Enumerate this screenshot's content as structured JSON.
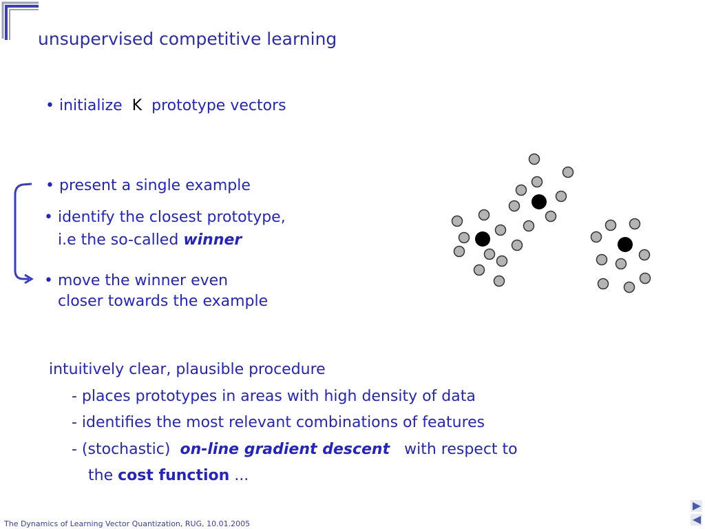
{
  "title": "unsupervised competitive learning",
  "steps": {
    "init": {
      "bullet": "•",
      "pre": "initialize",
      "k": "K",
      "post": "prototype vectors"
    },
    "present": {
      "bullet": "•",
      "text": "present a single example"
    },
    "identify": {
      "bullet": "•",
      "line1": "identify the closest prototype,",
      "line2_pre": "i.e the so-called",
      "line2_em": "winner"
    },
    "move": {
      "bullet": "•",
      "line1": "move the winner  even",
      "line2": "closer towards the example"
    }
  },
  "summary": {
    "heading": "intuitively clear, plausible procedure",
    "item1": "- places prototypes in areas with high density of data",
    "item2": "- identifies the most relevant combinations of features",
    "item3_pre": "- (stochastic)",
    "item3_em": "on-line gradient descent",
    "item3_post": "with respect to",
    "item4_pre": "the",
    "item4_bold": "cost function",
    "item4_post": "..."
  },
  "footer": "The Dynamics of Learning Vector Quantization, RUG, 10.01.2005",
  "colors": {
    "text": "#2323c8",
    "corner_outer": "#4848c4",
    "corner_inner": "#9aa0b4",
    "data_point": "#b4b4b4",
    "prototype": "#000000",
    "nav": "#4a5aa8"
  },
  "icons": {
    "nav_forward": "triangle-right-icon",
    "nav_back": "triangle-left-icon"
  }
}
